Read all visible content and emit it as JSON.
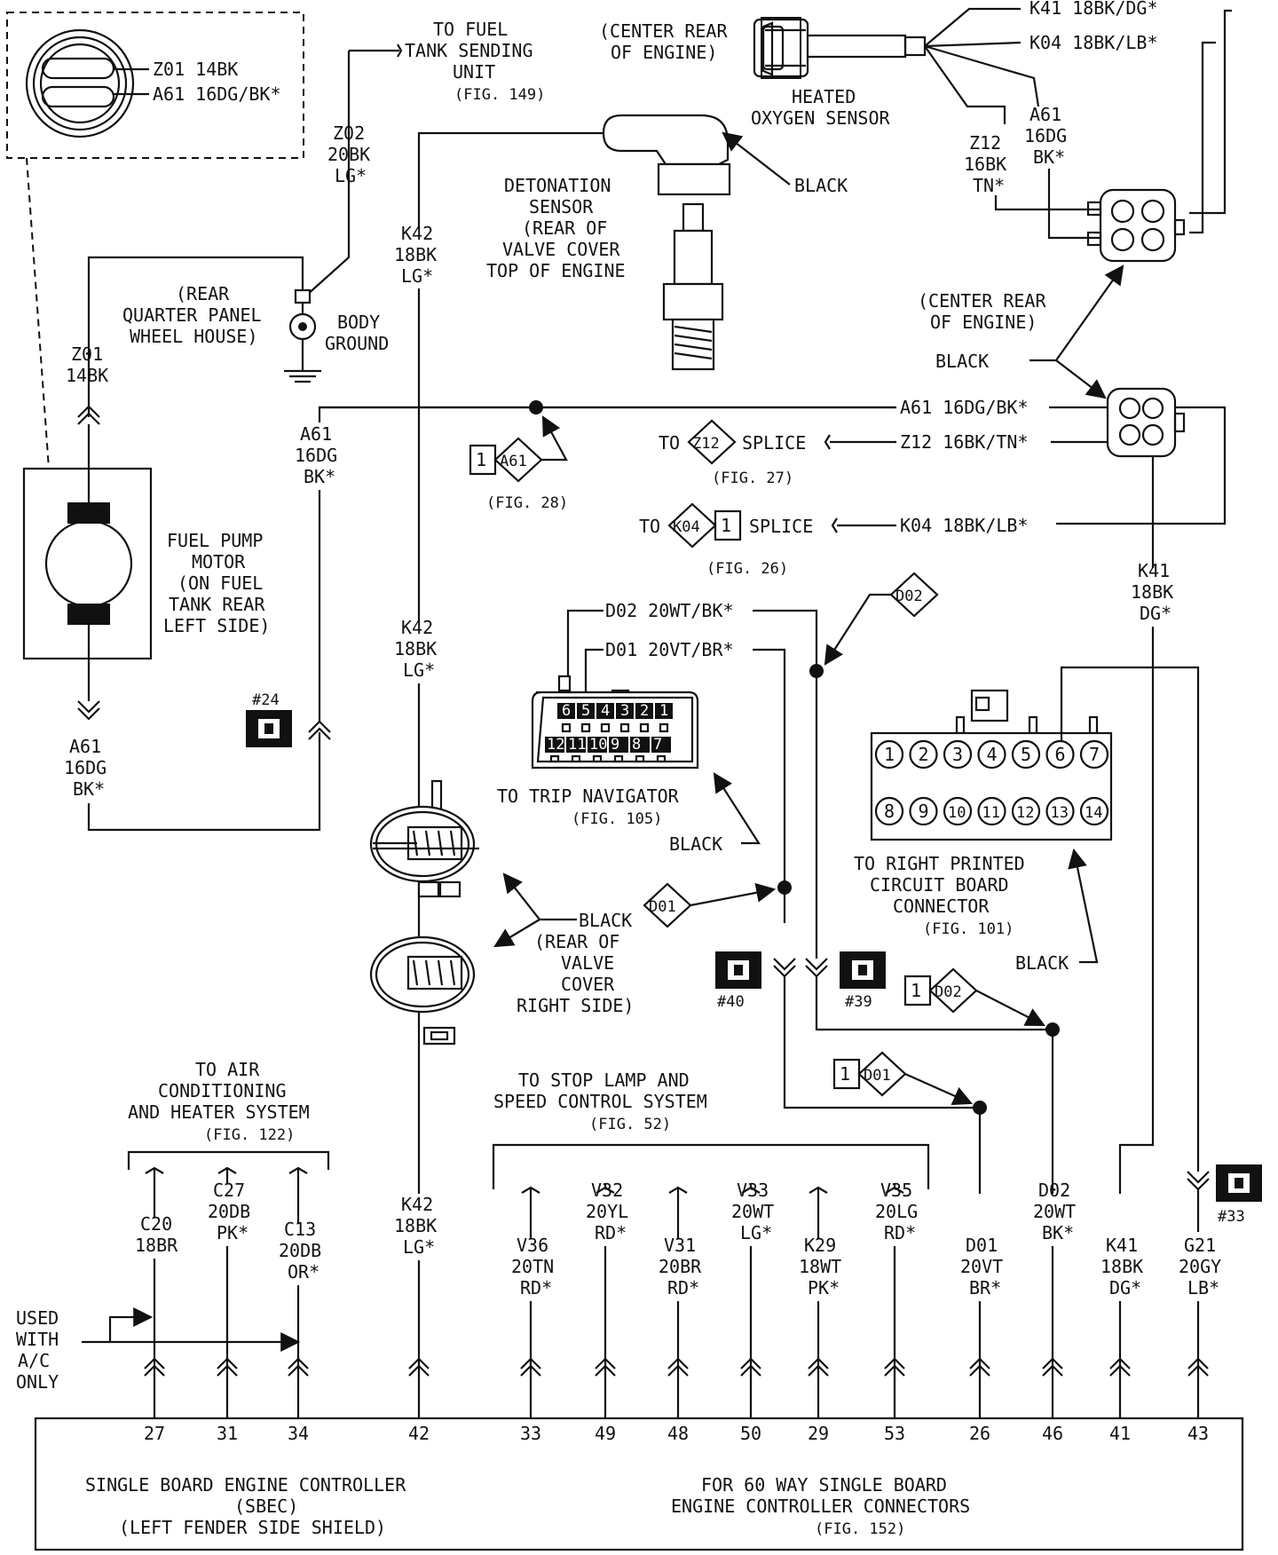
{
  "pump_inset": {
    "w1": "Z01  14BK",
    "w2": "A61  16DG/BK*"
  },
  "fuel_tank": {
    "to": "TO FUEL",
    "l2": "TANK SENDING",
    "l3": "UNIT",
    "fig": "(FIG. 149)"
  },
  "z02": {
    "l1": "Z02",
    "l2": "20BK",
    "l3": "LG*"
  },
  "body_ground": {
    "loc1": "(REAR",
    "loc2": "QUARTER PANEL",
    "loc3": "WHEEL HOUSE)",
    "l1": "BODY",
    "l2": "GROUND"
  },
  "z01": {
    "l1": "Z01",
    "l2": "14BK"
  },
  "a61_left": {
    "l1": "A61",
    "l2": "16DG",
    "l3": "BK*"
  },
  "a61_mid": {
    "l1": "A61",
    "l2": "16DG",
    "l3": "BK*"
  },
  "fuel_pump": {
    "l1": "FUEL PUMP",
    "l2": "MOTOR",
    "l3": "(ON FUEL",
    "l4": "TANK REAR",
    "l5": "LEFT SIDE)"
  },
  "conn24": "#24",
  "k42_top": {
    "l1": "K42",
    "l2": "18BK",
    "l3": "LG*"
  },
  "k42_mid": {
    "l1": "K42",
    "l2": "18BK",
    "l3": "LG*"
  },
  "k42_bot": {
    "l1": "K42",
    "l2": "18BK",
    "l3": "LG*"
  },
  "o2_sensor": {
    "loc1": "(CENTER REAR",
    "loc2": "OF ENGINE)",
    "l1": "HEATED",
    "l2": "OXYGEN SENSOR"
  },
  "o2_wires": {
    "k41": "K41  18BK/DG*",
    "k04": "K04  18BK/LB*"
  },
  "a61_o2": {
    "l1": "A61",
    "l2": "16DG",
    "l3": "BK*"
  },
  "z12_o2": {
    "l1": "Z12",
    "l2": "16BK",
    "l3": "TN*"
  },
  "detonation": {
    "l1": "DETONATION",
    "l2": "SENSOR",
    "l3": "(REAR OF",
    "l4": "VALVE COVER",
    "l5": "TOP OF ENGINE",
    "color": "BLACK"
  },
  "center_rear": {
    "l1": "(CENTER REAR",
    "l2": "OF ENGINE)",
    "color": "BLACK"
  },
  "a61_run": "A61  16DG/BK*",
  "a61_splice": {
    "n": "1",
    "id": "A61",
    "fig": "(FIG. 28)"
  },
  "z12_splice": {
    "to": "TO",
    "id": "Z12",
    "splice": "SPLICE",
    "fig": "(FIG. 27)",
    "wire": "Z12  16BK/TN*"
  },
  "k04_splice": {
    "to": "TO",
    "id": "K04",
    "n": "1",
    "splice": "SPLICE",
    "fig": "(FIG. 26)",
    "wire": "K04  18BK/LB*"
  },
  "k41_right": {
    "l1": "K41",
    "l2": "18BK",
    "l3": "DG*"
  },
  "d_wires": {
    "d02": "D02  20WT/BK*",
    "d01": "D01  20VT/BR*",
    "d02_tag": "D02",
    "d01_tag": "D01"
  },
  "trip_nav": {
    "top_pins": [
      "6",
      "5",
      "4",
      "3",
      "2",
      "1"
    ],
    "bot_pins": [
      "12",
      "11",
      "10",
      "9",
      "8",
      "7"
    ],
    "l1": "TO TRIP NAVIGATOR",
    "fig": "(FIG. 105)",
    "color": "BLACK"
  },
  "pcb": {
    "top_pins": [
      "1",
      "2",
      "3",
      "4",
      "5",
      "6",
      "7"
    ],
    "bot_pins": [
      "8",
      "9",
      "10",
      "11",
      "12",
      "13",
      "14"
    ],
    "l1": "TO RIGHT PRINTED",
    "l2": "CIRCUIT BOARD",
    "l3": "CONNECTOR",
    "fig": "(FIG. 101)",
    "color": "BLACK"
  },
  "valve_cover": {
    "l1": "BLACK",
    "l2": "(REAR OF",
    "l3": "VALVE",
    "l4": "COVER",
    "l5": "RIGHT SIDE)"
  },
  "conn40": "#40",
  "conn39": "#39",
  "conn33": "#33",
  "d02_splice": {
    "n": "1",
    "id": "D02"
  },
  "d01_splice": {
    "n": "1",
    "id": "D01"
  },
  "ac_system": {
    "l1": "TO AIR",
    "l2": "CONDITIONING",
    "l3": "AND HEATER SYSTEM",
    "fig": "(FIG. 122)"
  },
  "stop_lamp": {
    "l1": "TO STOP LAMP AND",
    "l2": "SPEED CONTROL SYSTEM",
    "fig": "(FIG. 52)"
  },
  "used_ac": {
    "l1": "USED",
    "l2": "WITH",
    "l3": "A/C",
    "l4": "ONLY"
  },
  "bottom_wires": [
    {
      "l1": "C20",
      "l2": "18BR",
      "l3": "",
      "pin": "27"
    },
    {
      "l1": "C27",
      "l2": "20DB",
      "l3": "PK*",
      "pin": "31"
    },
    {
      "l1": "C13",
      "l2": "20DB",
      "l3": "OR*",
      "pin": "34"
    },
    {
      "l1": "K42",
      "l2": "18BK",
      "l3": "LG*",
      "pin": "42"
    },
    {
      "l1": "V36",
      "l2": "20TN",
      "l3": "RD*",
      "pin": "33"
    },
    {
      "l1": "V32",
      "l2": "20YL",
      "l3": "RD*",
      "pin": "49"
    },
    {
      "l1": "V31",
      "l2": "20BR",
      "l3": "RD*",
      "pin": "48"
    },
    {
      "l1": "V33",
      "l2": "20WT",
      "l3": "LG*",
      "pin": "50"
    },
    {
      "l1": "K29",
      "l2": "18WT",
      "l3": "PK*",
      "pin": "29"
    },
    {
      "l1": "V35",
      "l2": "20LG",
      "l3": "RD*",
      "pin": "53"
    },
    {
      "l1": "D01",
      "l2": "20VT",
      "l3": "BR*",
      "pin": "26"
    },
    {
      "l1": "D02",
      "l2": "20WT",
      "l3": "BK*",
      "pin": "46"
    },
    {
      "l1": "K41",
      "l2": "18BK",
      "l3": "DG*",
      "pin": "41"
    },
    {
      "l1": "G21",
      "l2": "20GY",
      "l3": "LB*",
      "pin": "43"
    }
  ],
  "sbec": {
    "l1": "SINGLE BOARD ENGINE CONTROLLER",
    "l2": "(SBEC)",
    "l3": "(LEFT FENDER SIDE SHIELD)"
  },
  "sixty_way": {
    "l1": "FOR 60 WAY SINGLE BOARD",
    "l2": "ENGINE CONTROLLER CONNECTORS",
    "fig": "(FIG. 152)"
  }
}
